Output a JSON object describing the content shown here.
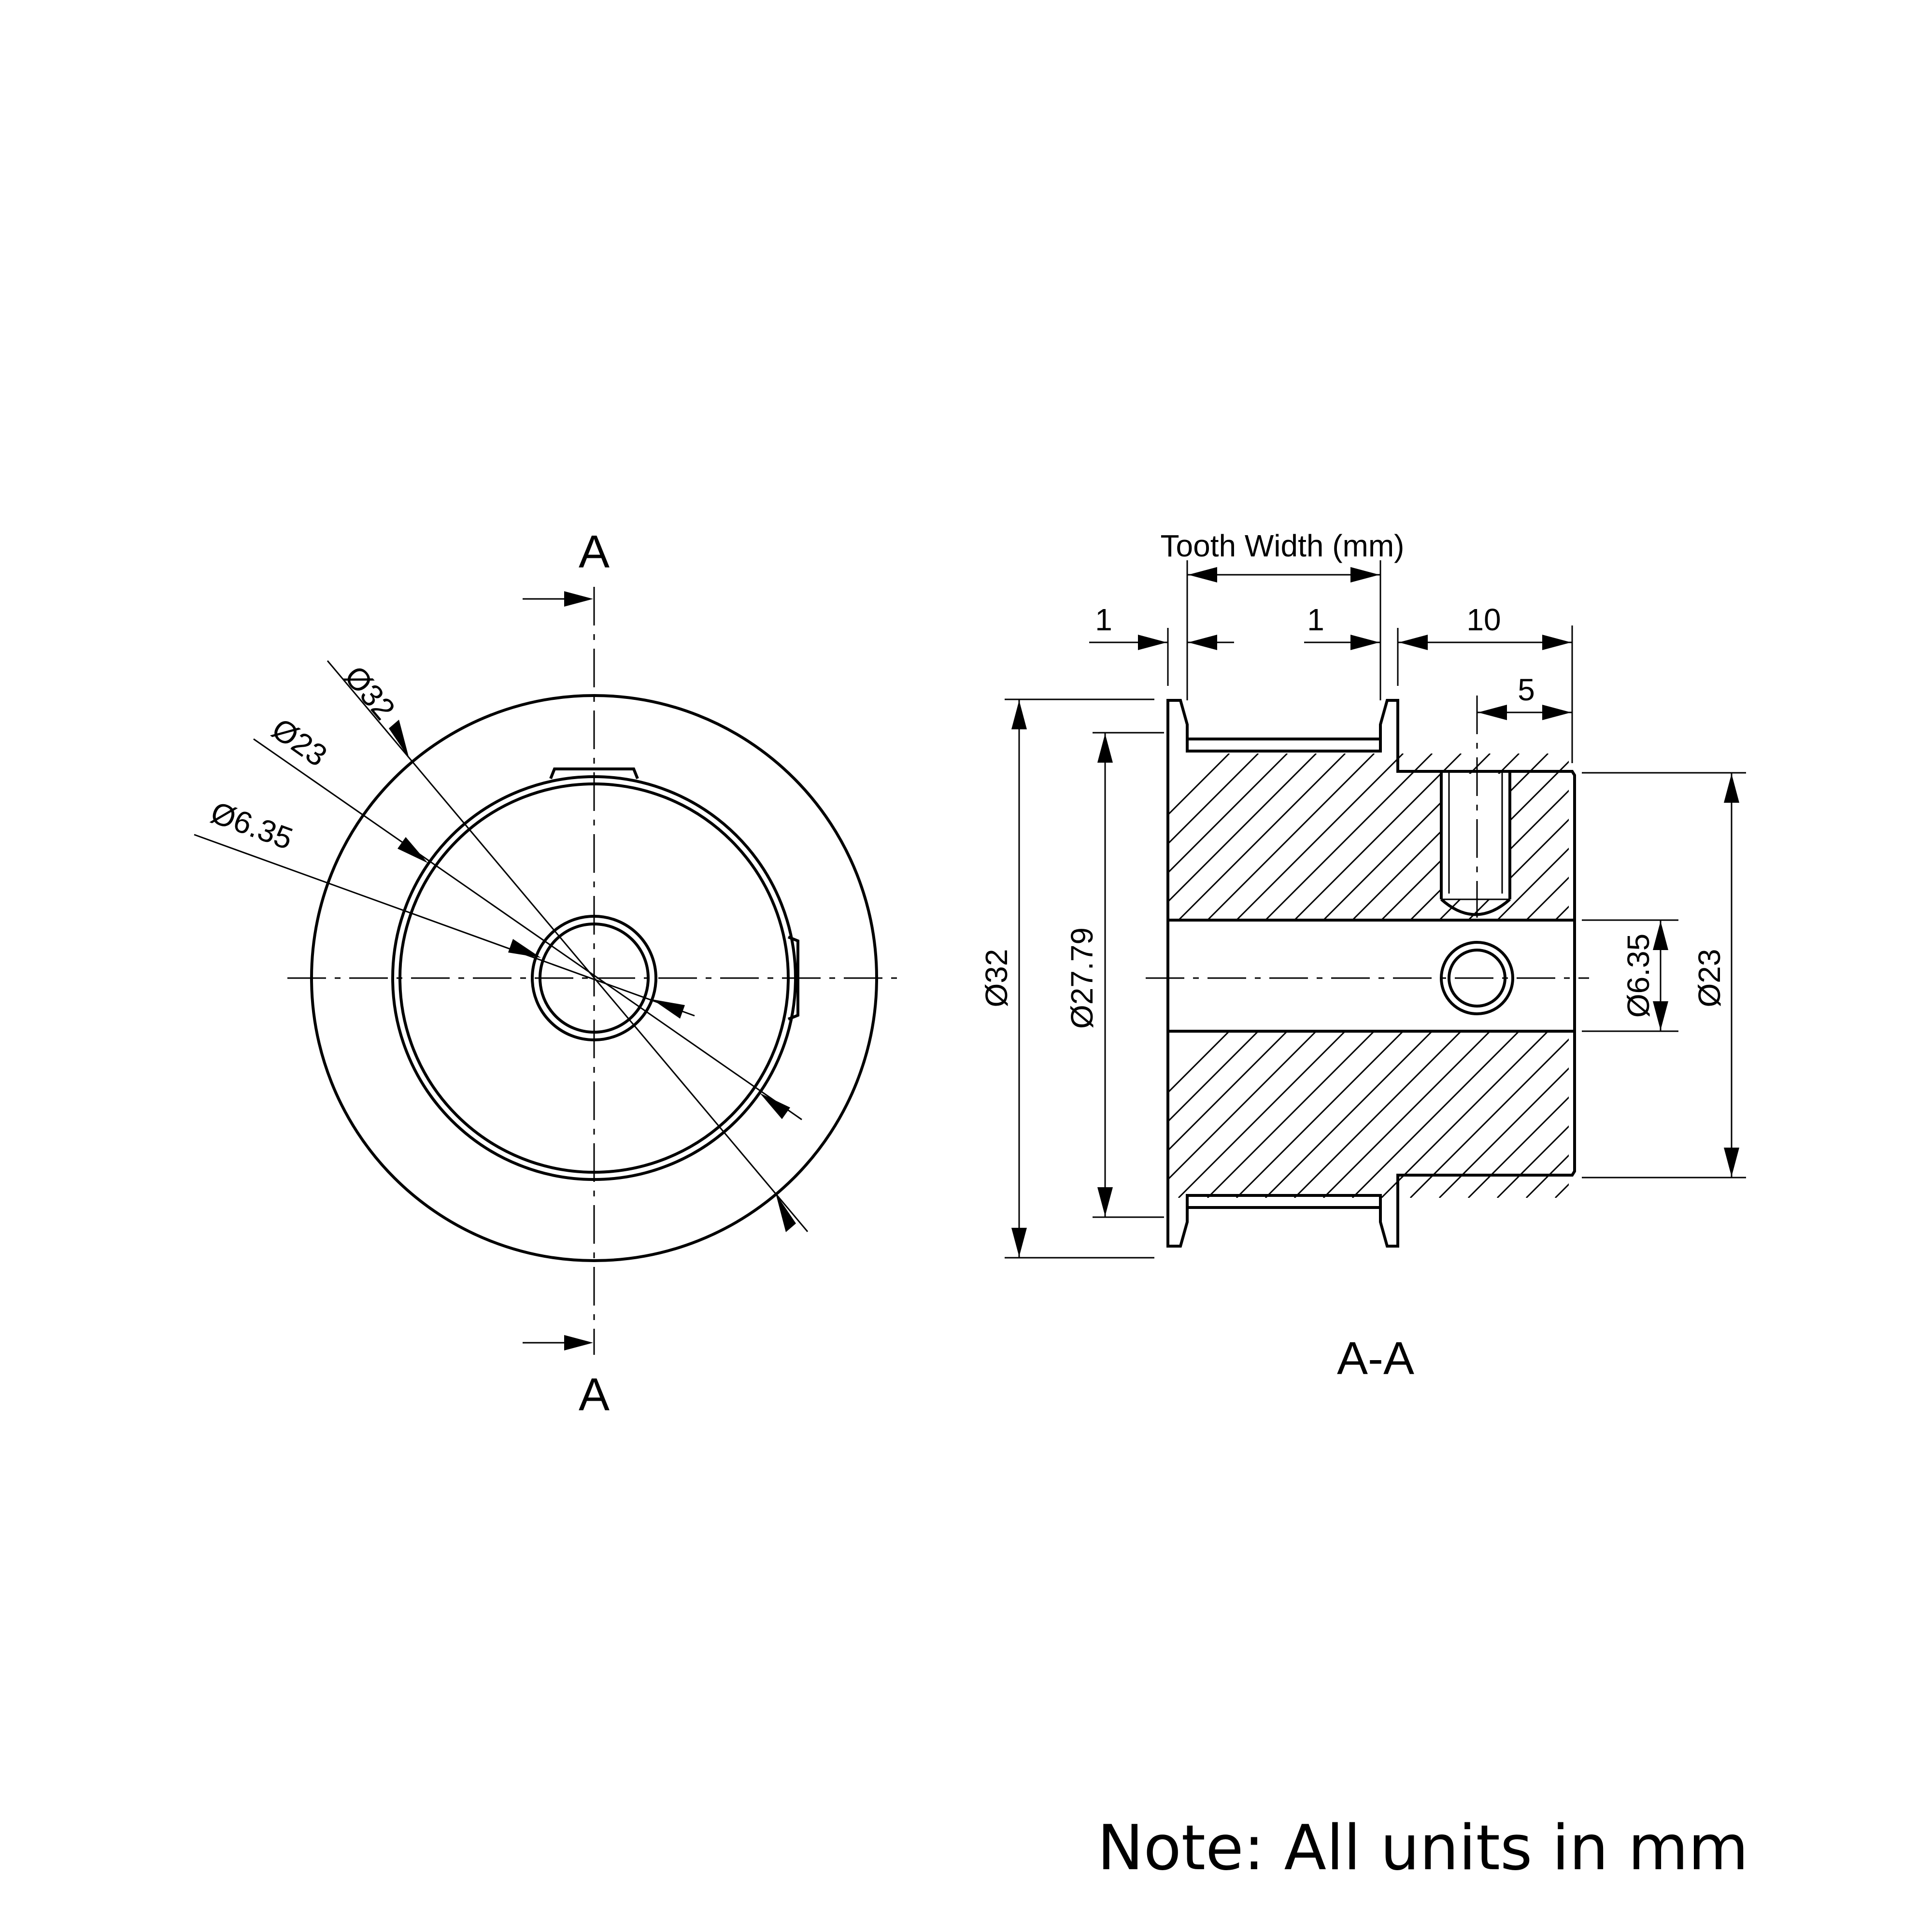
{
  "front_view": {
    "section_marker_top": "A",
    "section_marker_bottom": "A",
    "dims": {
      "outer": "Ø32",
      "hub": "Ø23",
      "bore": "Ø6.35"
    }
  },
  "section_view": {
    "title": "A-A",
    "tooth_width_label": "Tooth Width (mm)",
    "dims": {
      "flange_left": "1",
      "flange_right": "1",
      "hub_length": "10",
      "screw_offset": "5",
      "outer": "Ø32",
      "root": "Ø27.79",
      "bore": "Ø6.35",
      "hub": "Ø23"
    }
  },
  "note": "Note: All units in mm"
}
